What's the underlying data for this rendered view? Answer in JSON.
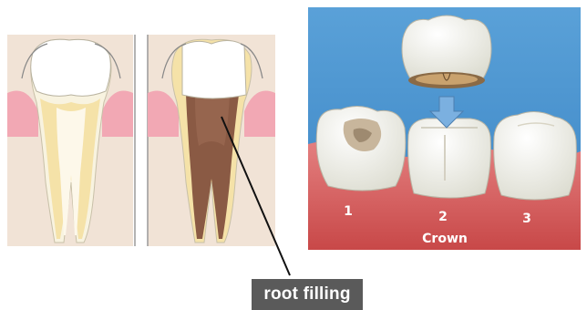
{
  "figure": {
    "right_panel": {
      "tooth_numbers": [
        "1",
        "2",
        "3"
      ],
      "caption": "Crown"
    },
    "callout": {
      "label": "root filling"
    }
  }
}
